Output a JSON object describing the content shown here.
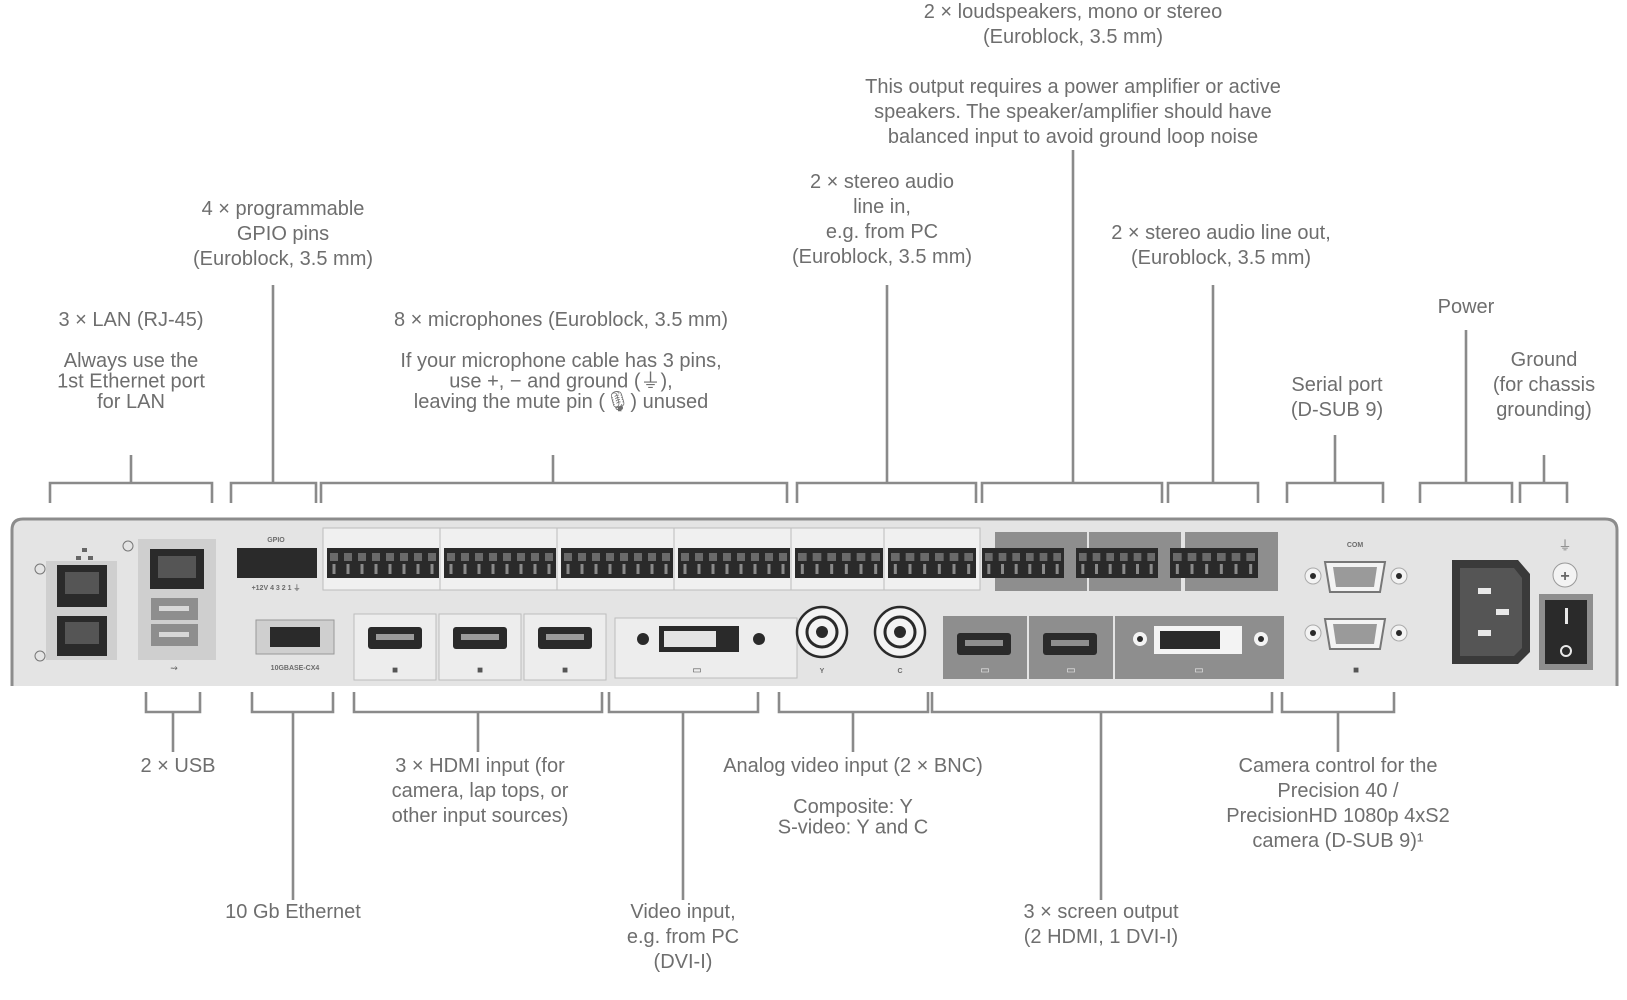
{
  "callouts_top": [
    {
      "id": "loudspeakers",
      "lines": [
        "2 × loudspeakers, mono or stereo",
        "(Euroblock, 3.5 mm)",
        "",
        "This output requires a power amplifier or active",
        "speakers. The speaker/amplifier should have",
        "balanced input to avoid ground loop noise"
      ]
    },
    {
      "id": "gpio",
      "lines": [
        "4 × programmable",
        "GPIO pins",
        "(Euroblock, 3.5 mm)"
      ]
    },
    {
      "id": "stereo-in",
      "lines": [
        "2 × stereo audio",
        "line in,",
        "e.g. from PC",
        "(Euroblock, 3.5 mm)"
      ]
    },
    {
      "id": "stereo-out",
      "lines": [
        "2 × stereo audio line out,",
        "(Euroblock, 3.5 mm)"
      ]
    },
    {
      "id": "lan",
      "lines": [
        "3 × LAN (RJ-45)",
        "",
        "Always use the",
        "1st Ethernet port",
        "for LAN"
      ]
    },
    {
      "id": "microphones",
      "lines": [
        "8 × microphones (Euroblock, 3.5 mm)",
        "",
        "If your microphone cable has 3 pins,",
        "use +, − and ground (⏚),",
        "leaving the mute pin (🎙) unused"
      ]
    },
    {
      "id": "power",
      "lines": [
        "Power"
      ]
    },
    {
      "id": "serial",
      "lines": [
        "Serial port",
        "(D-SUB 9)"
      ]
    },
    {
      "id": "ground",
      "lines": [
        "Ground",
        "(for chassis",
        "grounding)"
      ]
    }
  ],
  "callouts_bottom": [
    {
      "id": "usb",
      "lines": [
        "2 × USB"
      ]
    },
    {
      "id": "hdmi-input",
      "lines": [
        "3 × HDMI input (for",
        "camera, lap tops, or",
        "other input sources)"
      ]
    },
    {
      "id": "analog-video",
      "lines": [
        "Analog video input (2 × BNC)",
        "",
        "Composite: Y",
        "S-video: Y and C"
      ]
    },
    {
      "id": "camera-control",
      "lines": [
        "Camera control for the",
        "Precision 40 /",
        "PrecisionHD 1080p 4xS2",
        "camera (D-SUB 9)¹"
      ]
    },
    {
      "id": "ethernet-10g",
      "lines": [
        "10 Gb Ethernet"
      ]
    },
    {
      "id": "video-input",
      "lines": [
        "Video input,",
        "e.g. from PC",
        "(DVI-I)"
      ]
    },
    {
      "id": "screen-output",
      "lines": [
        "3 × screen output",
        "(2 HDMI, 1 DVI-I)"
      ]
    }
  ],
  "panel_labels": {
    "gpio": "GPIO",
    "gpio_pins": "+12V  4   3   2   1  ⏚",
    "cx4": "10GBASE-CX4",
    "com": "COM",
    "bnc_y": "Y",
    "bnc_c": "C"
  },
  "colors": {
    "panel": "#e4e4e4",
    "panel_edge": "#8c8c8c",
    "dark_module": "#8e8e8e",
    "connector": "#2a2a2a",
    "leader": "#8a8a8a",
    "text": "#6e6e6e"
  }
}
